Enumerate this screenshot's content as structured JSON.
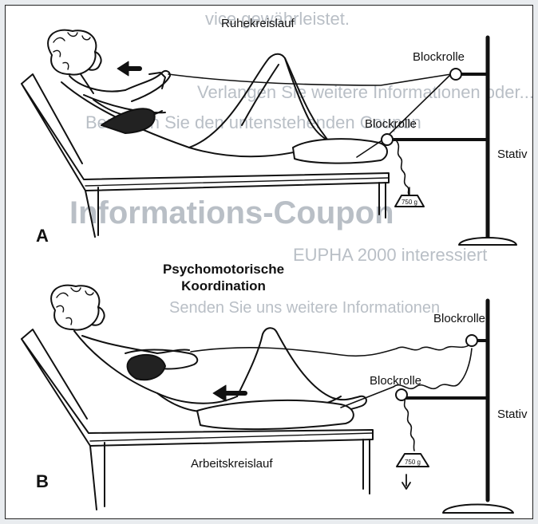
{
  "panel_a": {
    "letter": "A",
    "circuit_label": "Ruhekreislauf",
    "pulley_top_label": "Blockrolle",
    "pulley_mid_label": "Blockrolle",
    "stand_label": "Stativ",
    "weight_label": "750 g"
  },
  "panel_b": {
    "letter": "B",
    "circuit_label": "Arbeitskreislauf",
    "pulley_top_label": "Blockrolle",
    "pulley_mid_label": "Blockrolle",
    "stand_label": "Stativ",
    "weight_label": "750 g"
  },
  "center": {
    "title_line1": "Psychomotorische",
    "title_line2": "Koordination"
  },
  "background_print": {
    "line1": "vice gewährleistet.",
    "line2": "Verlangen Sie weitere Informationen oder...",
    "line3": "Benutzen Sie den untenstehenden Coupon",
    "line4": "Informations-Coupon",
    "line5": "EUPHA 2000 interessiert",
    "line6": "Senden Sie uns weitere Informationen",
    "colors": {
      "ghost": "#b9bfc6",
      "ink": "#111111"
    }
  }
}
